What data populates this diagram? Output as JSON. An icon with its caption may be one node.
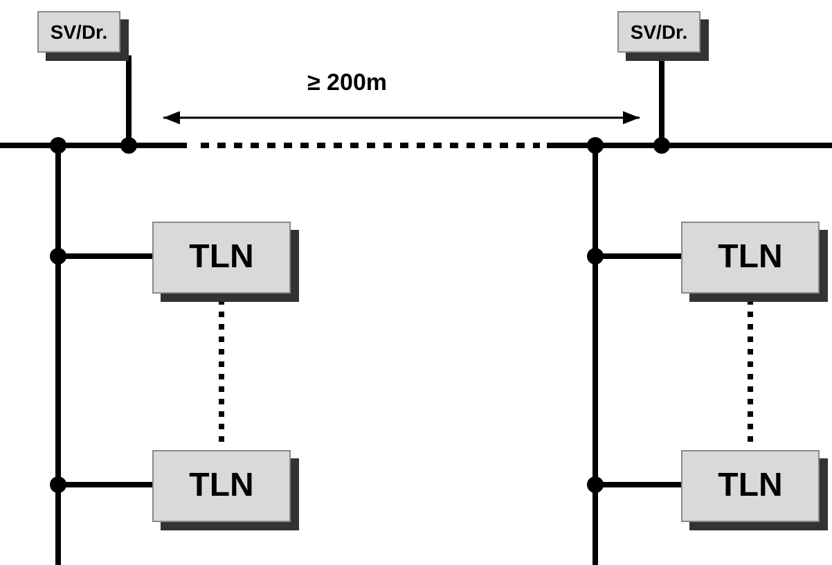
{
  "diagram": {
    "nodes": [
      {
        "text": [
          "SV/Dr."
        ]
      },
      {
        "text": [
          "SV/Dr."
        ]
      },
      {
        "text": [
          "TLN"
        ]
      },
      {
        "text": [
          "TLN"
        ]
      },
      {
        "text": [
          "TLN"
        ]
      },
      {
        "text": [
          "TLN"
        ]
      }
    ],
    "edges": [
      {
        "from": 2,
        "to": 3,
        "arrow": "none",
        "style": "dashed"
      },
      {
        "from": 4,
        "to": 5,
        "arrow": "none",
        "style": "dashed"
      }
    ],
    "labels": [
      "≥ 200m"
    ]
  }
}
